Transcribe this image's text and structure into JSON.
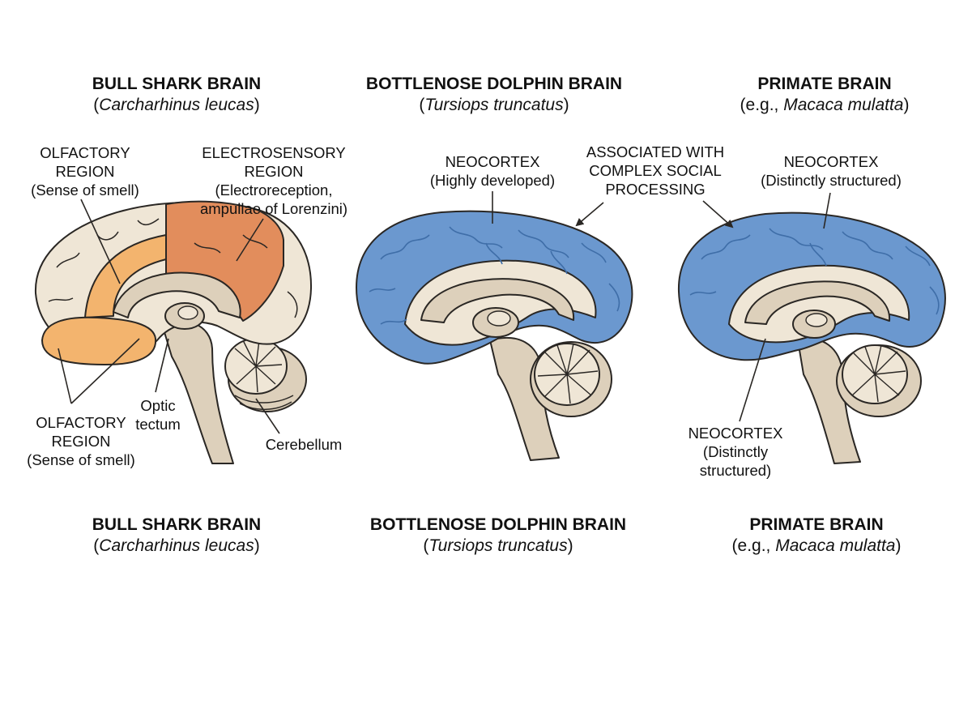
{
  "colors": {
    "outline": "#2a2724",
    "tissue": "#efe6d6",
    "tissue_dark": "#ddd0bb",
    "olfactory": "#f3b46e",
    "electrosensory": "#e28d5c",
    "neocortex": "#6b98cf",
    "neocortex_dark": "#3f6ea8"
  },
  "top": {
    "shark": {
      "title": "BULL SHARK BRAIN",
      "sub_open": "(",
      "species": "Carcharhinus leucas",
      "sub_close": ")"
    },
    "dolphin": {
      "title": "BOTTLENOSE DOLPHIN BRAIN",
      "sub_open": "(",
      "species": "Tursiops truncatus",
      "sub_close": ")"
    },
    "primate": {
      "title": "PRIMATE BRAIN",
      "sub_open": "(e.g., ",
      "species": "Macaca mulatta",
      "sub_close": ")"
    }
  },
  "bottom": {
    "shark": {
      "title": "BULL SHARK BRAIN",
      "sub_open": "(",
      "species": "Carcharhinus leucas",
      "sub_close": ")"
    },
    "dolphin": {
      "title": "BOTTLENOSE DOLPHIN BRAIN",
      "sub_open": "(",
      "species": "Tursiops truncatus",
      "sub_close": ")"
    },
    "primate": {
      "title": "PRIMATE BRAIN",
      "sub_open": "(e.g., ",
      "species": "Macaca mulatta",
      "sub_close": ")"
    }
  },
  "labels": {
    "olfactory_top": [
      "OLFACTORY",
      "REGION",
      "(Sense of smell)"
    ],
    "electrosensory": [
      "ELECTROSENSORY",
      "REGION",
      "(Electroreception,",
      "ampullae of Lorenzini)"
    ],
    "olfactory_bottom": [
      "OLFACTORY",
      "REGION",
      "(Sense of smell)"
    ],
    "optic_tectum": [
      "Optic",
      "tectum"
    ],
    "cerebellum": [
      "Cerebellum"
    ],
    "dolphin_neocortex": [
      "NEOCORTEX",
      "(Highly developed)"
    ],
    "social": [
      "ASSOCIATED WITH",
      "COMPLEX SOCIAL",
      "PROCESSING"
    ],
    "primate_neocortex_top": [
      "NEOCORTEX",
      "(Distinctly structured)"
    ],
    "primate_neocortex_bottom": [
      "NEOCORTEX",
      "(Distinctly",
      "structured)"
    ]
  }
}
